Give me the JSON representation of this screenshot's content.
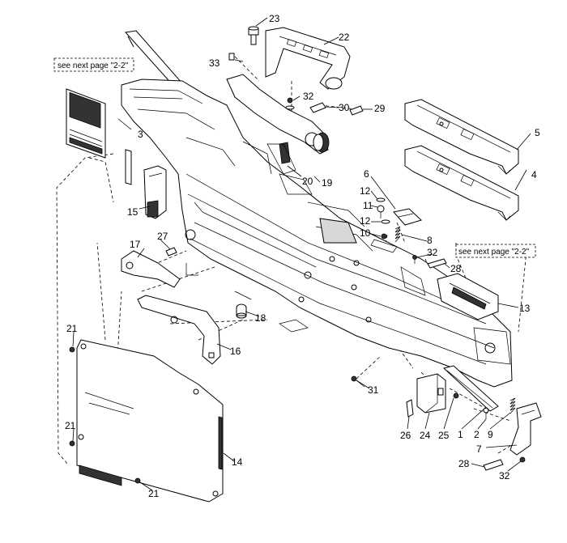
{
  "notes": [
    {
      "id": "note-left",
      "text": "see next page \"2-2\""
    },
    {
      "id": "note-right",
      "text": "see next page \"2-2\""
    }
  ],
  "parts": [
    {
      "label": "1"
    },
    {
      "label": "2"
    },
    {
      "label": "3"
    },
    {
      "label": "4"
    },
    {
      "label": "5"
    },
    {
      "label": "6"
    },
    {
      "label": "7"
    },
    {
      "label": "8"
    },
    {
      "label": "9"
    },
    {
      "label": "10"
    },
    {
      "label": "11"
    },
    {
      "label": "12"
    },
    {
      "label": "12"
    },
    {
      "label": "13"
    },
    {
      "label": "14"
    },
    {
      "label": "15"
    },
    {
      "label": "16"
    },
    {
      "label": "17"
    },
    {
      "label": "18"
    },
    {
      "label": "19"
    },
    {
      "label": "20"
    },
    {
      "label": "21"
    },
    {
      "label": "21"
    },
    {
      "label": "21"
    },
    {
      "label": "22"
    },
    {
      "label": "23"
    },
    {
      "label": "24"
    },
    {
      "label": "25"
    },
    {
      "label": "26"
    },
    {
      "label": "27"
    },
    {
      "label": "28"
    },
    {
      "label": "28"
    },
    {
      "label": "29"
    },
    {
      "label": "30"
    },
    {
      "label": "31"
    },
    {
      "label": "32"
    },
    {
      "label": "32"
    },
    {
      "label": "32"
    },
    {
      "label": "33"
    }
  ]
}
